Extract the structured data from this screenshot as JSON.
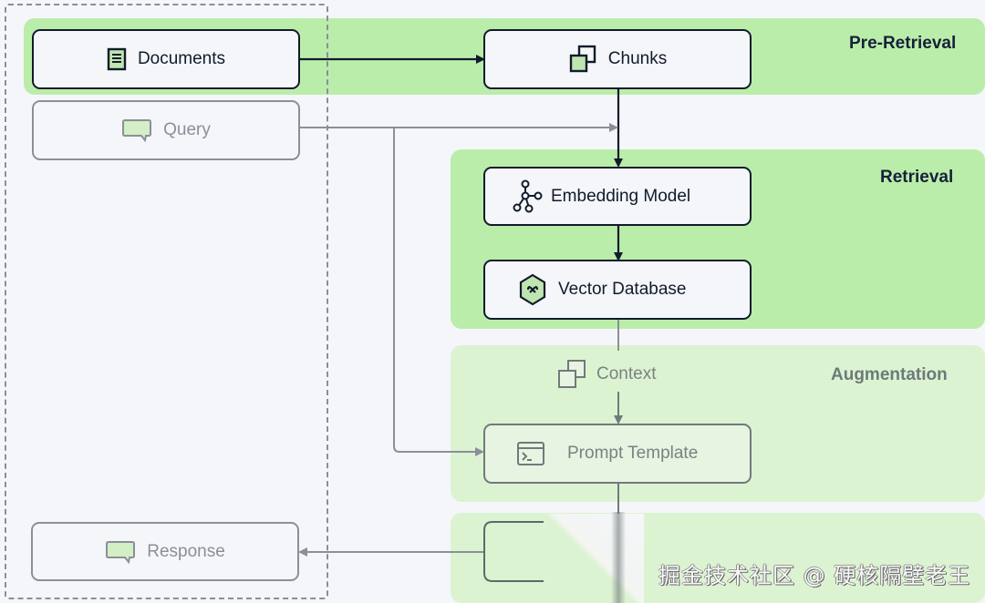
{
  "diagram": {
    "title": "RAG Pipeline",
    "stages": [
      {
        "id": "pre-retrieval",
        "label": "Pre-Retrieval"
      },
      {
        "id": "retrieval",
        "label": "Retrieval"
      },
      {
        "id": "augmentation",
        "label": "Augmentation"
      }
    ],
    "nodes": {
      "documents": {
        "label": "Documents",
        "icon": "document-icon"
      },
      "query": {
        "label": "Query",
        "icon": "chat-bubble-icon"
      },
      "chunks": {
        "label": "Chunks",
        "icon": "stacked-squares-icon"
      },
      "embedding_model": {
        "label": "Embedding Model",
        "icon": "network-graph-icon"
      },
      "vector_database": {
        "label": "Vector Database",
        "icon": "hexagon-db-icon"
      },
      "context": {
        "label": "Context",
        "icon": "stacked-squares-icon"
      },
      "prompt_template": {
        "label": "Prompt Template",
        "icon": "terminal-window-icon"
      },
      "response": {
        "label": "Response",
        "icon": "chat-bubble-icon"
      }
    },
    "edges": [
      {
        "from": "documents",
        "to": "chunks"
      },
      {
        "from": "chunks",
        "to": "embedding_model"
      },
      {
        "from": "query",
        "to": "embedding_model"
      },
      {
        "from": "query",
        "to": "prompt_template"
      },
      {
        "from": "embedding_model",
        "to": "vector_database"
      },
      {
        "from": "vector_database",
        "to": "context"
      },
      {
        "from": "context",
        "to": "prompt_template"
      },
      {
        "from": "prompt_template",
        "to": "generation"
      },
      {
        "from": "generation",
        "to": "response"
      }
    ],
    "colors": {
      "stage_active": "#bbedaa",
      "stage_faded": "#dcf3d2",
      "edge_dark": "#111b2b",
      "edge_gray": "#8b8f98",
      "icon_fill": "#bfe5b0"
    }
  },
  "watermark": "掘金技术社区 @ 硬核隔壁老王"
}
